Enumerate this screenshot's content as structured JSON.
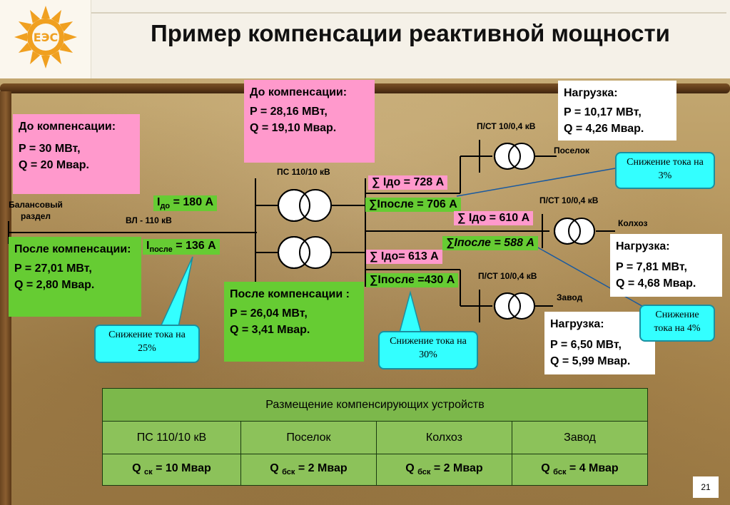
{
  "title": "Пример компенсации реактивной мощности",
  "left_before": {
    "heading": "До компенсации:",
    "p": "P = 30 МВт,",
    "q": "Q = 20 Мвар."
  },
  "left_after": {
    "heading": "После компенсации:",
    "p": "P = 27,01 МВт,",
    "q": "Q = 2,80 Мвар."
  },
  "center_before": {
    "heading": "До компенсации:",
    "p": "P = 28,16 МВт,",
    "q": "Q = 19,10 Мвар."
  },
  "center_after": {
    "heading": "После компенсации :",
    "p": "P = 26,04 МВт,",
    "q": "Q = 3,41 Мвар."
  },
  "labels": {
    "balance": "Балансовый раздел",
    "line": "ВЛ - 110 кВ",
    "ps": "ПС 110/10 кВ",
    "pst1": "П/СТ 10/0,4 кВ",
    "pst2": "П/СТ 10/0,4 кВ",
    "pst3": "П/СТ 10/0,4 кВ",
    "poselok": "Поселок",
    "kolkhoz": "Колхоз",
    "zavod": "Завод"
  },
  "currents": {
    "i_do_main_sym": "I",
    "i_do_main_sub": "до",
    "i_do_main_val": " = 180 А",
    "i_after_main_sym": "I",
    "i_after_main_sub": "после",
    "i_after_main_val": " = 136 А",
    "poselok_do": "∑ Iдо = 728 А",
    "poselok_after": "∑Iпосле = 706 А",
    "kolkhoz_do": "∑ Iдо = 610 А",
    "kolkhoz_after": "∑Iпосле = 588 А",
    "zavod_do": "∑ Iдо= 613 А",
    "zavod_after": "∑Iпосле =430 А"
  },
  "loads": {
    "poselok": {
      "heading": "Нагрузка:",
      "p": "P = 10,17 МВт,",
      "q": "Q = 4,26 Мвар."
    },
    "kolkhoz": {
      "heading": "Нагрузка:",
      "p": "P = 7,81 МВт,",
      "q": "Q = 4,68 Мвар."
    },
    "zavod": {
      "heading": "Нагрузка:",
      "p": "P = 6,50 МВт,",
      "q": "Q = 5,99 Мвар."
    }
  },
  "callouts": {
    "main": "Снижение тока на 25%",
    "zavod": "Снижение тока на 30%",
    "poselok": "Снижение тока на 3%",
    "kolkhoz": "Снижение тока на 4%"
  },
  "table": {
    "header": "Размещение компенсирующих устройств",
    "cols": [
      "ПС 110/10 кВ",
      "Поселок",
      "Колхоз",
      "Завод"
    ],
    "values": [
      {
        "q": "Q ",
        "sub": "ск",
        "val": " = 10 Мвар"
      },
      {
        "q": "Q ",
        "sub": "бск",
        "val": " = 2 Мвар"
      },
      {
        "q": "Q ",
        "sub": "бск",
        "val": " = 2 Мвар"
      },
      {
        "q": "Q ",
        "sub": "бск",
        "val": " = 4 Мвар"
      }
    ]
  },
  "page_number": "21",
  "colors": {
    "pink": "#ff99cc",
    "green": "#66cc33",
    "cyan": "#33ffff",
    "logo": "#f0a020"
  }
}
